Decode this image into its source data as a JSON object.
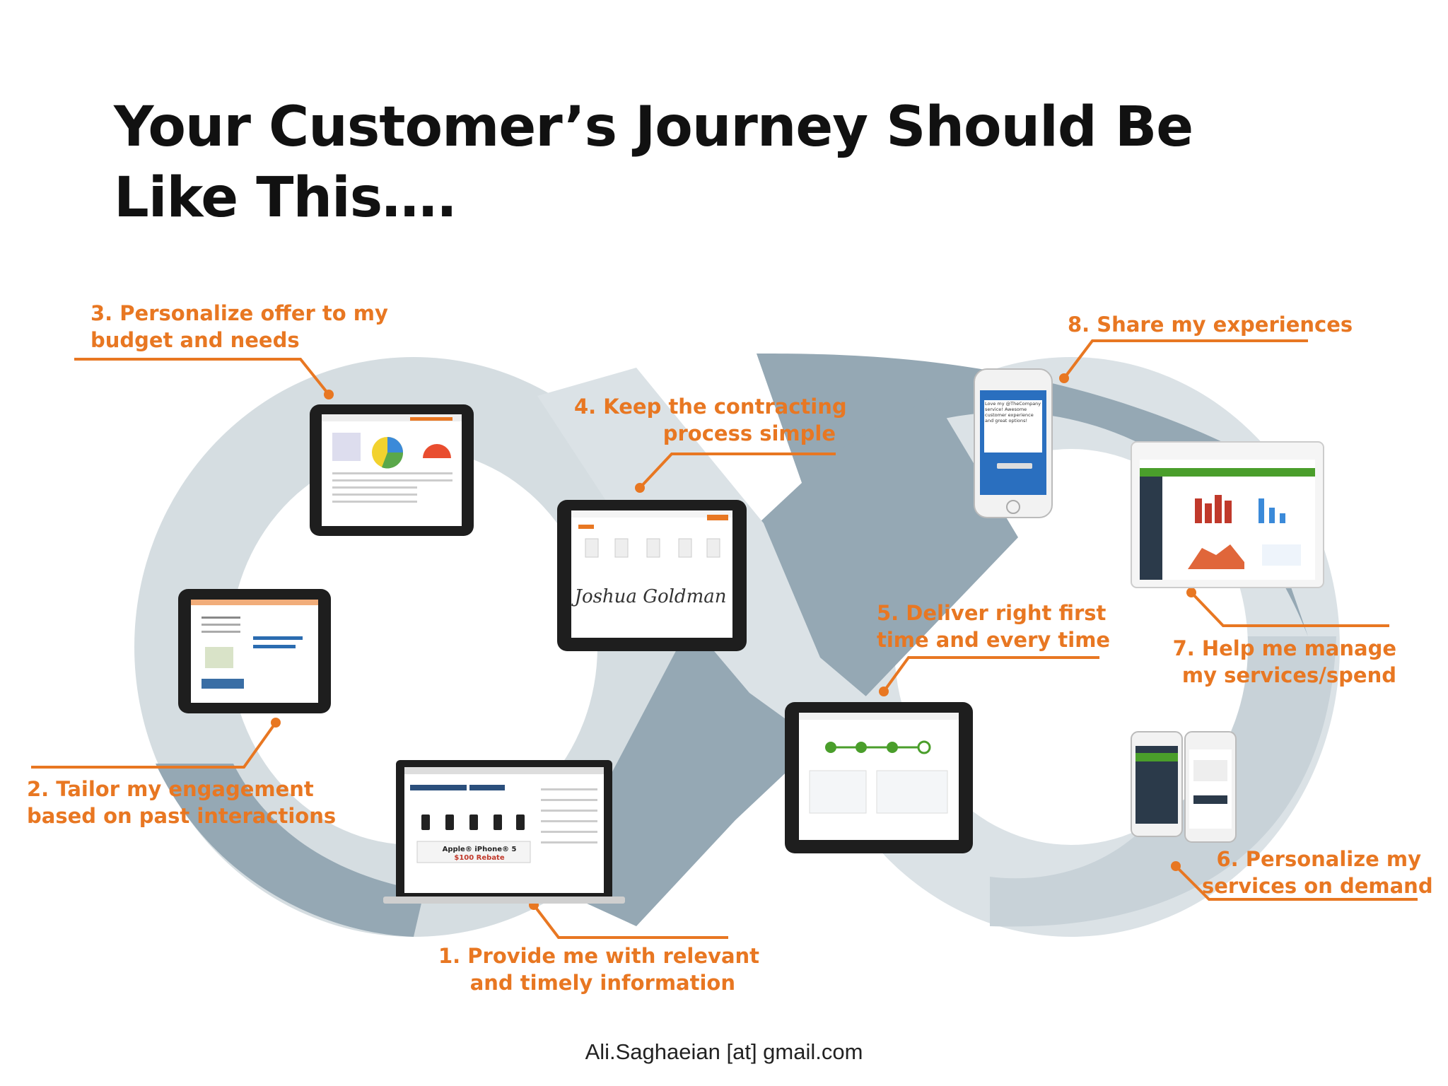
{
  "title": "Your Customer’s Journey Should Be Like This….",
  "steps": {
    "s1": {
      "line1": "1. Provide me with relevant",
      "line2": "and timely information"
    },
    "s2": {
      "line1": "2. Tailor my engagement",
      "line2": "based on past interactions"
    },
    "s3": {
      "line1": "3. Personalize offer to my",
      "line2": "budget and needs"
    },
    "s4": {
      "line1": "4. Keep the contracting",
      "line2": "process simple"
    },
    "s5": {
      "line1": "5. Deliver right first",
      "line2": "time and every time"
    },
    "s6": {
      "line1": "6. Personalize my",
      "line2": "services on demand"
    },
    "s7": {
      "line1": "7. Help me manage",
      "line2": "my services/spend"
    },
    "s8": {
      "line1": "8. Share my experiences"
    }
  },
  "devices": {
    "tablet4_signature": "Joshua Goldman",
    "laptop1_promo": "Apple® iPhone® 5",
    "laptop1_rebate": "$100 Rebate",
    "phone8_tweet": "Love my @TheCompany service! Awesome customer experience and great options!"
  },
  "footer": "Ali.Saghaeian [at] gmail.com",
  "colors": {
    "accent": "#e87722",
    "loop_light": "#d5dde1",
    "loop_dark": "#95a8b4"
  }
}
